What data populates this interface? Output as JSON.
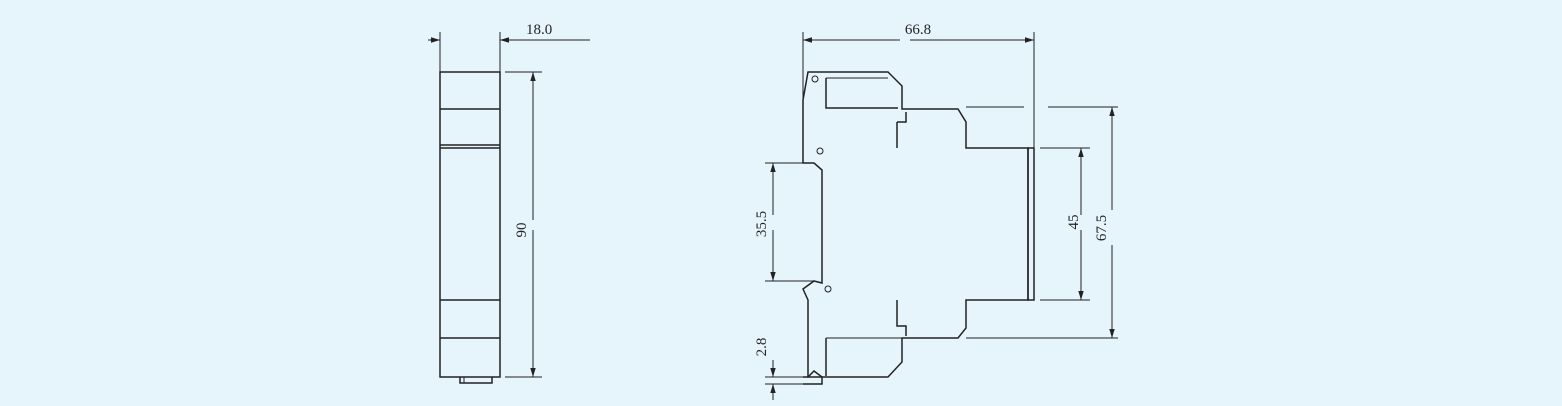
{
  "dimensions": {
    "width_label": "18.0",
    "height_label": "90",
    "depth_label": "66.8",
    "rail_label": "35.5",
    "foot_label": "2.8",
    "front_height_label": "45",
    "body_height_label": "67.5"
  },
  "colors": {
    "background": "#e6f4fc",
    "line": "#222222"
  }
}
